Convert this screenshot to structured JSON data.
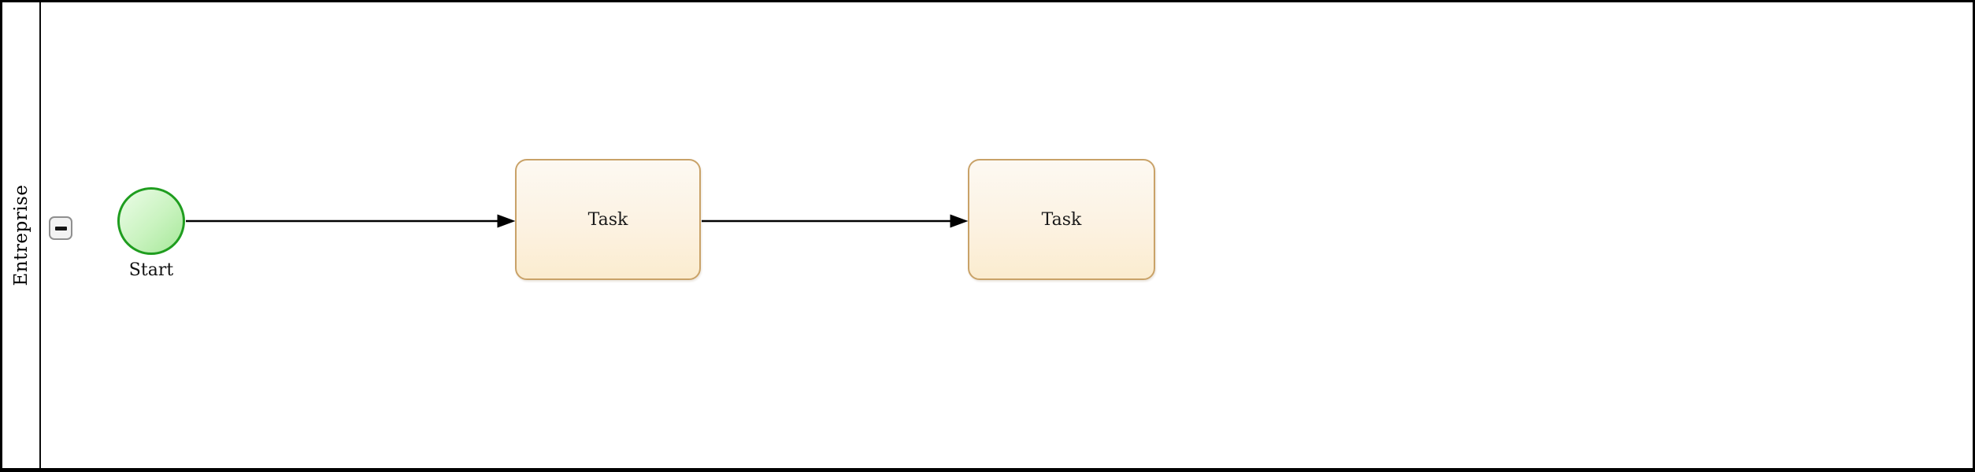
{
  "lane": {
    "label": "Entreprise"
  },
  "collapse_button": {
    "symbol": "−"
  },
  "nodes": {
    "start": {
      "label": "Start"
    },
    "task1": {
      "label": "Task"
    },
    "task2": {
      "label": "Task"
    }
  },
  "edges": [
    {
      "from": "start",
      "to": "task1",
      "type": "sequence-flow"
    },
    {
      "from": "task1",
      "to": "task2",
      "type": "sequence-flow"
    }
  ],
  "colors": {
    "start_event_stroke": "#1f9d1f",
    "start_event_fill_top": "#ecfce8",
    "start_event_fill_bottom": "#a6e899",
    "task_stroke": "#c9a268",
    "task_fill_top": "#fdf9f2",
    "task_fill_bottom": "#fbeccf",
    "connector": "#000000",
    "pool_border": "#000000",
    "lane_background": "#ffffff"
  }
}
